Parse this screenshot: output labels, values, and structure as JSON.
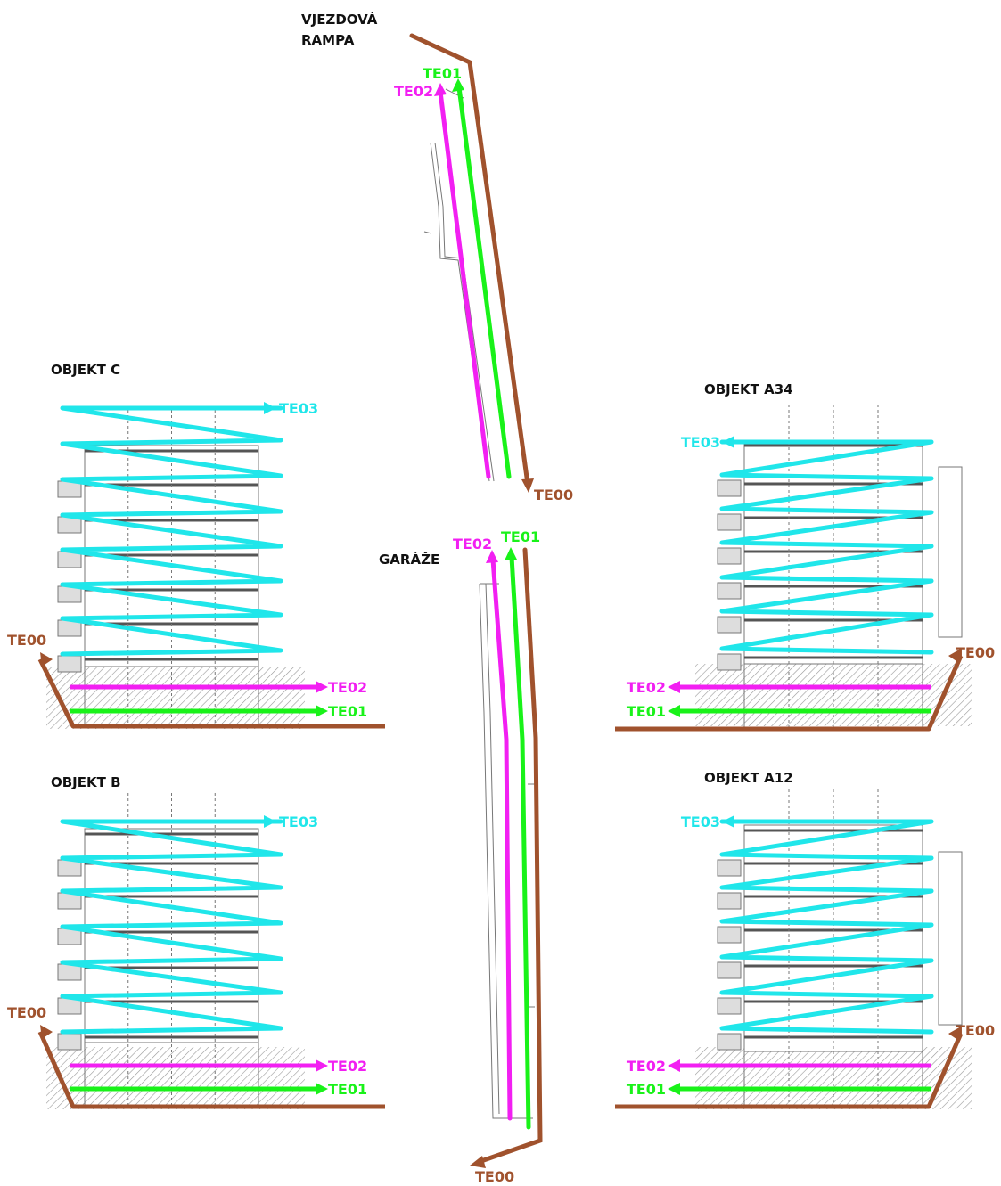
{
  "colors": {
    "te00": "#a0522d",
    "te01": "#19f219",
    "te02": "#f21ff2",
    "te03": "#20e6ea",
    "drawing": "#777777",
    "hatch": "#999999"
  },
  "titles": {
    "ramp_line1": "VJEZDOVÁ",
    "ramp_line2": "RAMPA",
    "garage": "GARÁŽE",
    "objekt_c": "OBJEKT C",
    "objekt_a34": "OBJEKT A34",
    "objekt_b": "OBJEKT B",
    "objekt_a12": "OBJEKT A12"
  },
  "labels": {
    "ramp": {
      "te01": "TE01",
      "te02": "TE02",
      "te00": "TE00"
    },
    "garage": {
      "te02": "TE02",
      "te01": "TE01",
      "te00": "TE00"
    },
    "objekt_c": {
      "te03": "TE03",
      "te00": "TE00",
      "te02": "TE02",
      "te01": "TE01"
    },
    "objekt_a34": {
      "te03": "TE03",
      "te00": "TE00",
      "te02": "TE02",
      "te01": "TE01"
    },
    "objekt_b": {
      "te03": "TE03",
      "te00": "TE00",
      "te02": "TE02",
      "te01": "TE01"
    },
    "objekt_a12": {
      "te03": "TE03",
      "te00": "TE00",
      "te02": "TE02",
      "te01": "TE01"
    }
  }
}
